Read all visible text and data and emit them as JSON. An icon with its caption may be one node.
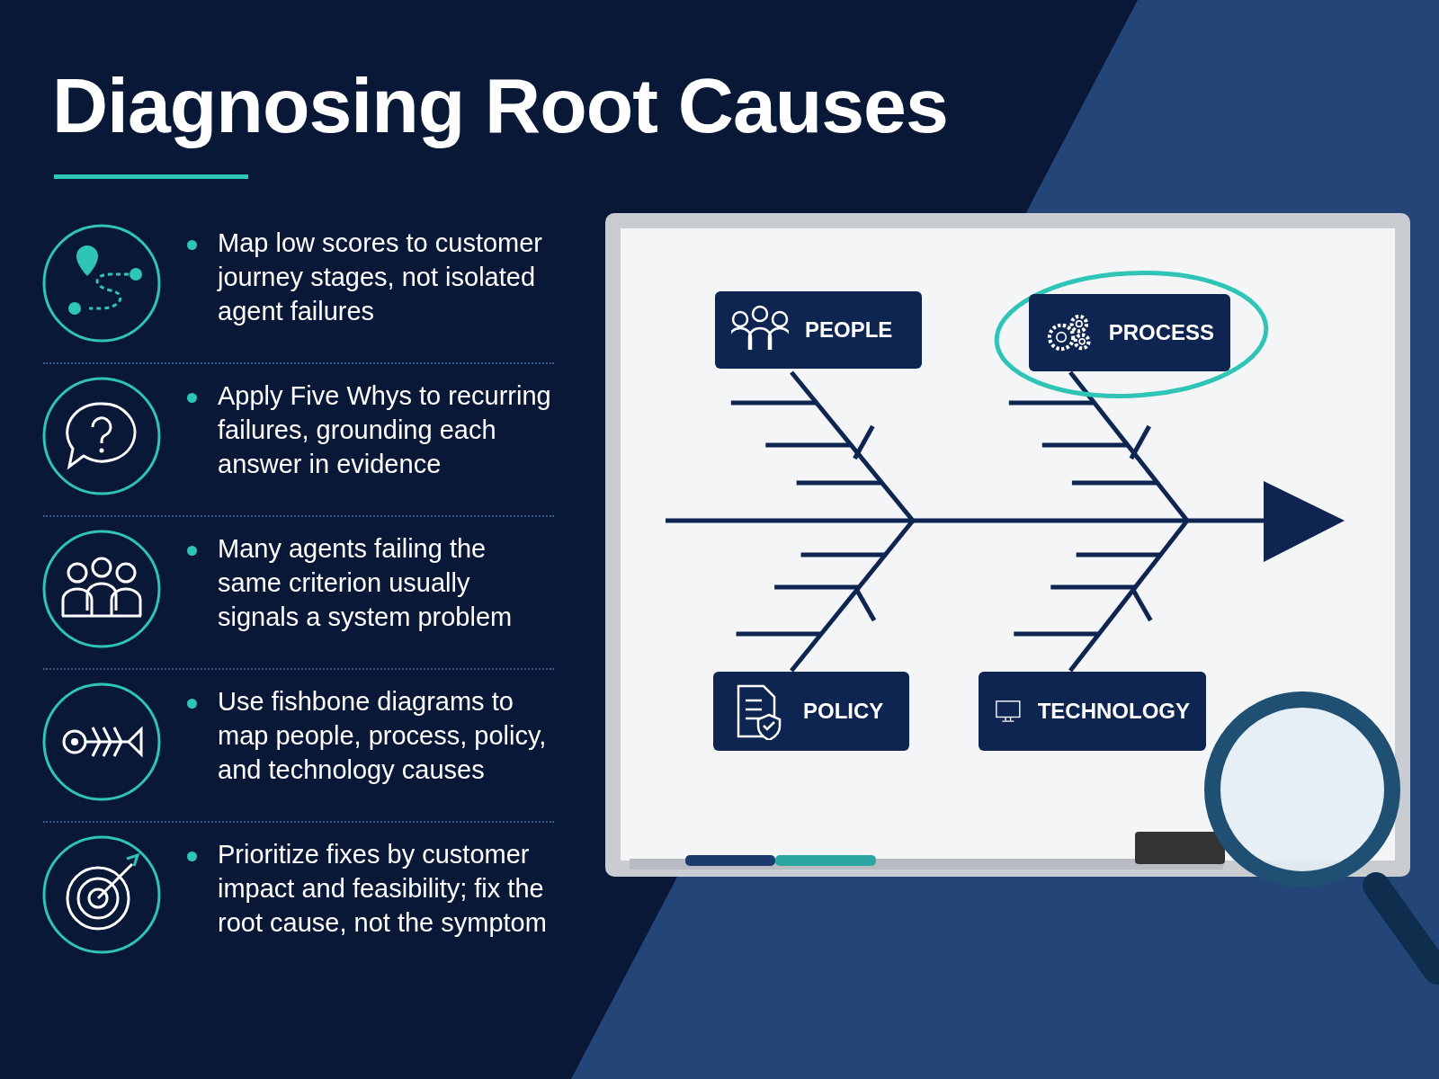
{
  "diagram": {
    "title": "Diagnosing Root Causes",
    "nodes": [
      {
        "text": [
          "PEOPLE"
        ]
      },
      {
        "text": [
          "PROCESS"
        ]
      },
      {
        "text": [
          "POLICY"
        ]
      },
      {
        "text": [
          "TECHNOLOGY"
        ]
      }
    ],
    "edges": [],
    "labels": [
      "Map low scores to customer journey stages, not isolated agent failures",
      "Apply Five Whys to recurring failures, grounding each answer in evidence",
      "Many agents failing the same criterion usually signals a system problem",
      "Use fishbone diagrams to map people, process, policy, and technology causes",
      "Prioritize fixes by customer impact and feasibility; fix the root cause, not the symptom"
    ]
  }
}
